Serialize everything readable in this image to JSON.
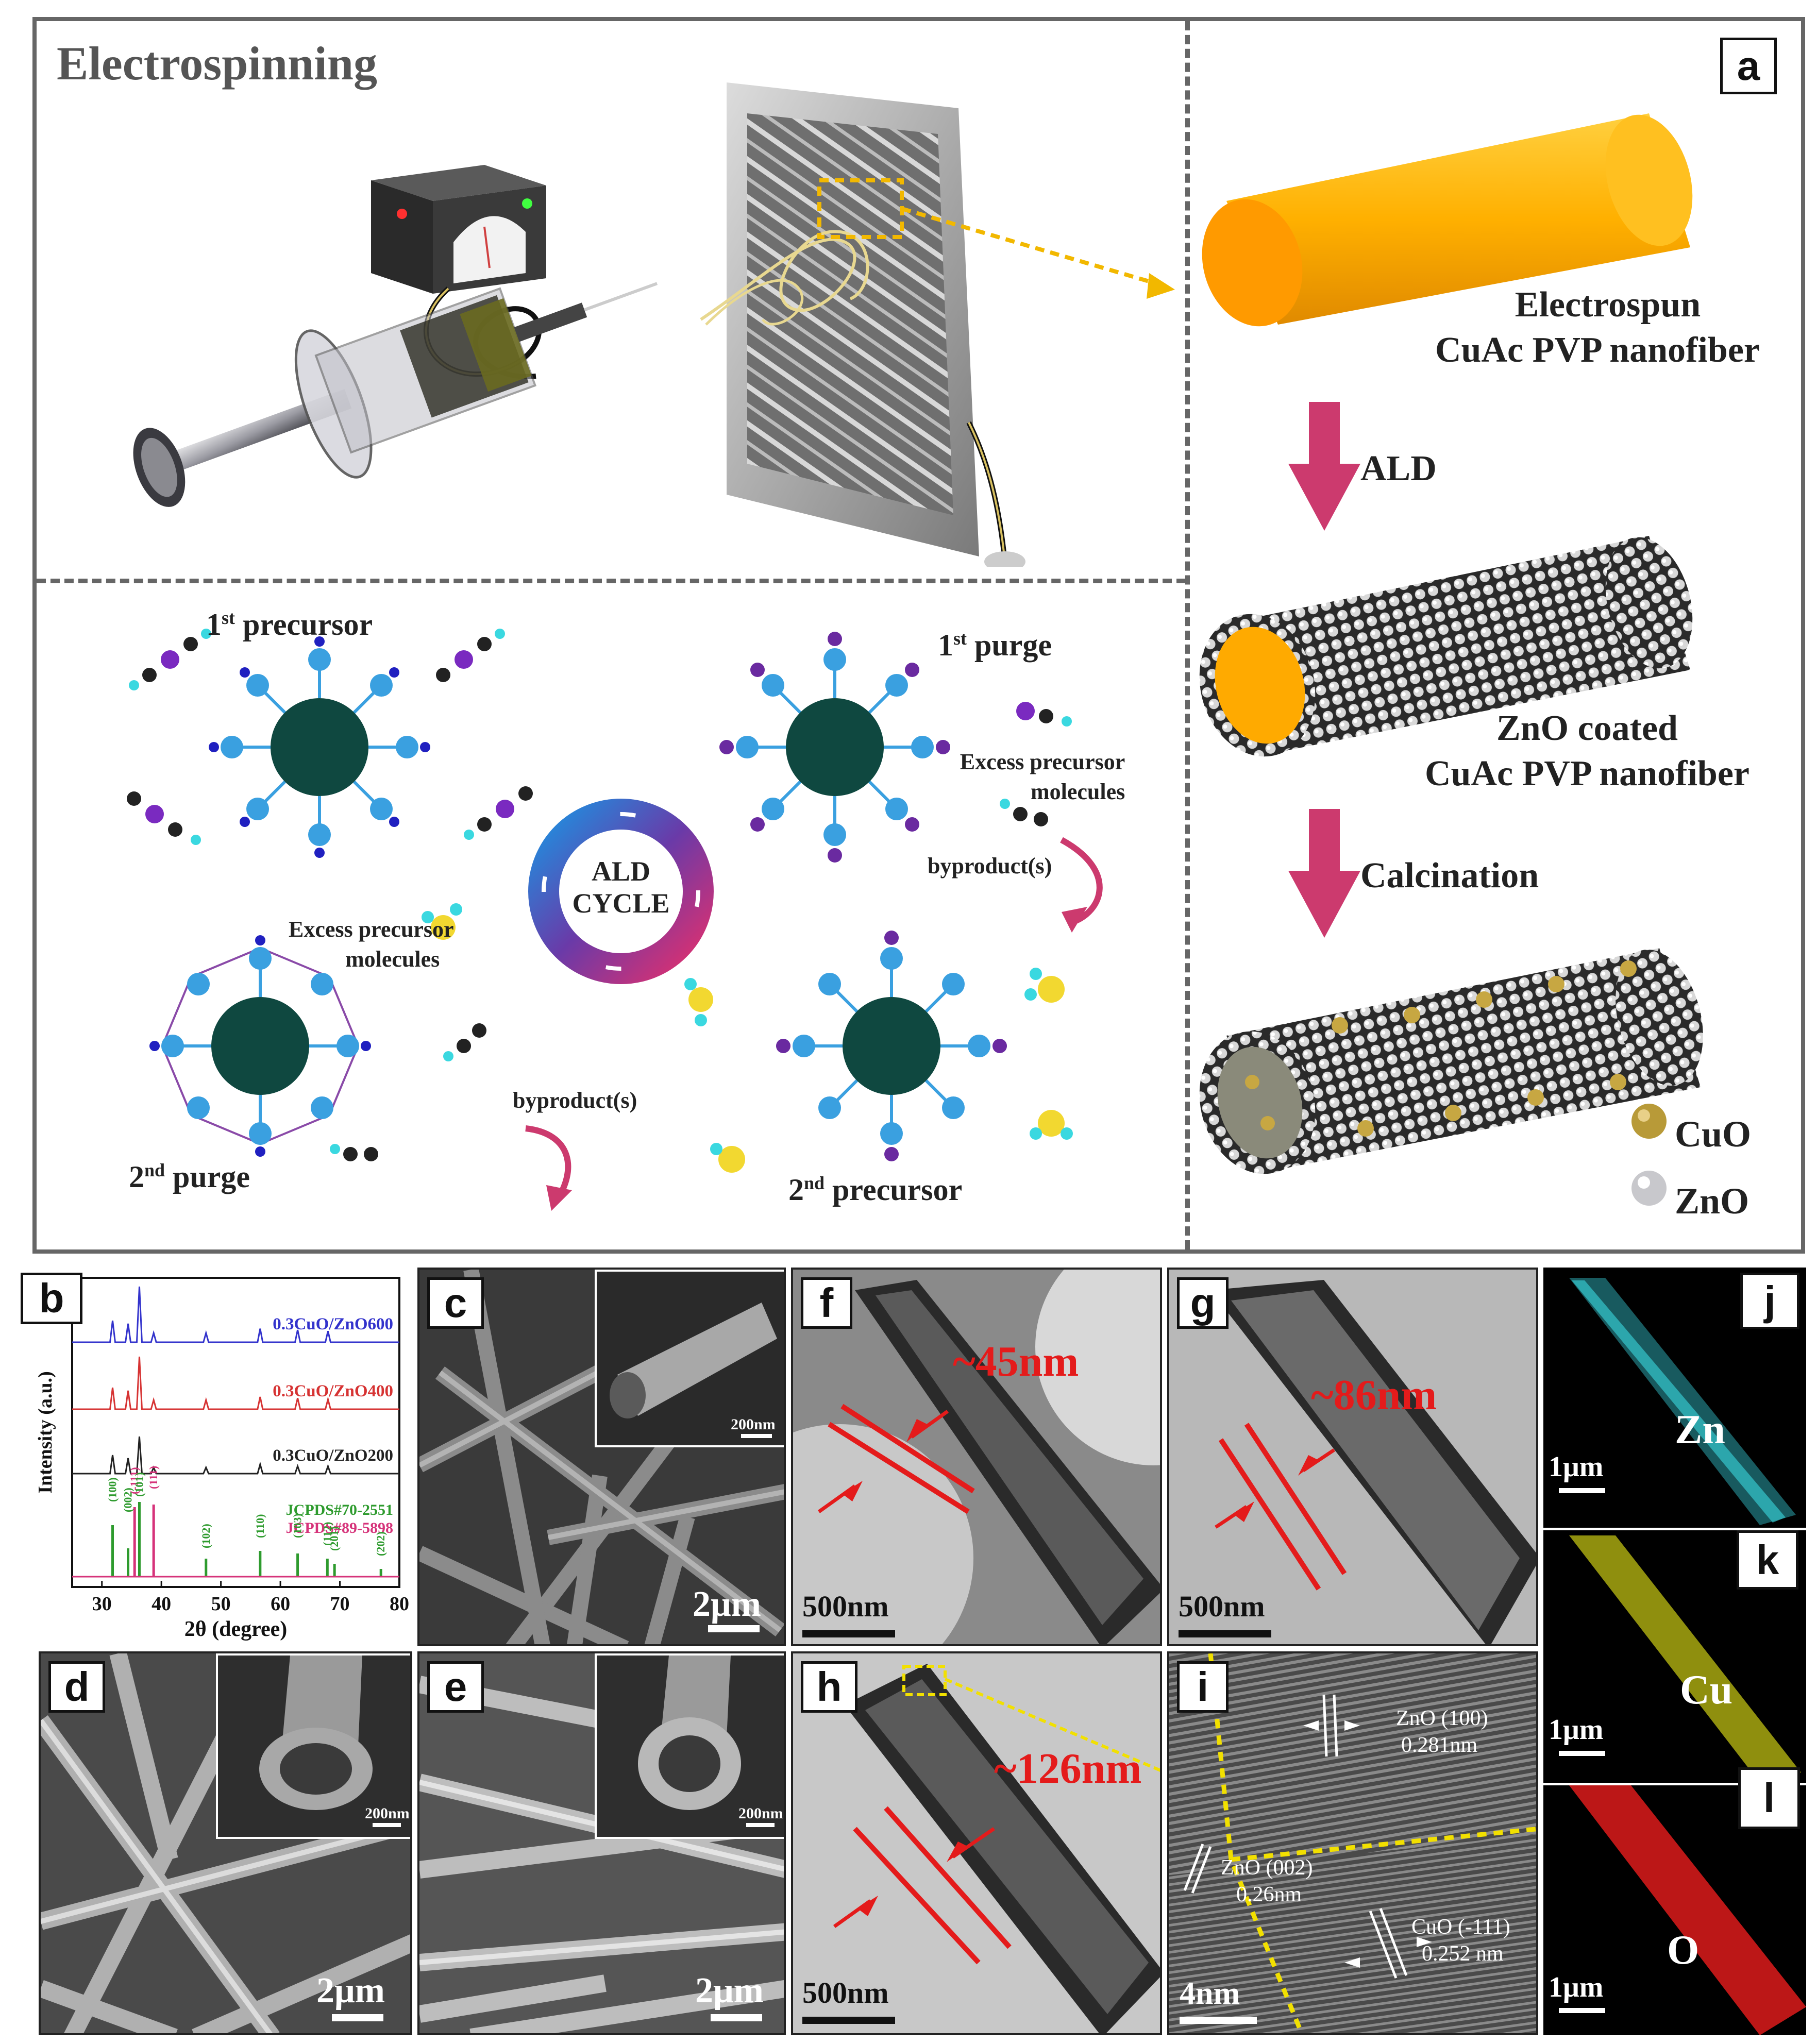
{
  "schematic": {
    "electrospinning_title": "Electrospinning",
    "panel_a_label": "a",
    "step1": "Electrospun",
    "step1b": "CuAc PVP nanofiber",
    "ald": "ALD",
    "step2": "ZnO coated",
    "step2b": "CuAc PVP nanofiber",
    "calcination": "Calcination",
    "legend_cuo": "CuO",
    "legend_zno": "ZnO",
    "first_precursor_num": "1",
    "first_precursor_sup": "st",
    "first_precursor_text": " precursor",
    "first_purge_num": "1",
    "first_purge_sup": "st",
    "first_purge_text": " purge",
    "second_precursor_num": "2",
    "second_precursor_sup": "nd",
    "second_precursor_text": " precursor",
    "second_purge_num": "2",
    "second_purge_sup": "nd",
    "second_purge_text": " purge",
    "excess1a": "Excess precursor",
    "excess1b": "molecules",
    "excess2a": "Excess precursor",
    "excess2b": "molecules",
    "byproduct1": "byproduct(s)",
    "byproduct2": "byproduct(s)",
    "ald_cycle_1": "ALD",
    "ald_cycle_2": "CYCLE"
  },
  "panel_b": {
    "label": "b",
    "ylabel": "Intensity (a.u.)",
    "xlabel": "2θ (degree)",
    "xticks": [
      "30",
      "40",
      "50",
      "60",
      "70",
      "80"
    ],
    "series_labels": [
      "0.3CuO/ZnO600",
      "0.3CuO/ZnO400",
      "0.3CuO/ZnO200"
    ],
    "ref1": "JCPDS#70-2551",
    "ref2": "JCPDS#89-5898",
    "peak_labels": [
      "(100)",
      "(002)",
      "(-111)",
      "(101)",
      "(111)",
      "(102)",
      "(110)",
      "(103)",
      "(112)",
      "(201)",
      "(202)"
    ]
  },
  "chart_data": {
    "type": "line",
    "xlabel": "2θ (degree)",
    "ylabel": "Intensity (a.u.)",
    "xlim": [
      25,
      80
    ],
    "legend_position": "top-right",
    "grid": false,
    "series": [
      {
        "name": "0.3CuO/ZnO600",
        "color": "#3333cc",
        "peaks": [
          [
            31.8,
            0.35
          ],
          [
            34.4,
            0.3
          ],
          [
            36.3,
            0.9
          ],
          [
            38.7,
            0.15
          ],
          [
            47.5,
            0.15
          ],
          [
            56.6,
            0.22
          ],
          [
            62.9,
            0.2
          ],
          [
            68.0,
            0.18
          ]
        ]
      },
      {
        "name": "0.3CuO/ZnO400",
        "color": "#d63333",
        "peaks": [
          [
            31.8,
            0.35
          ],
          [
            34.4,
            0.3
          ],
          [
            36.3,
            0.85
          ],
          [
            38.7,
            0.15
          ],
          [
            47.5,
            0.15
          ],
          [
            56.6,
            0.2
          ],
          [
            62.9,
            0.18
          ],
          [
            68.0,
            0.16
          ]
        ]
      },
      {
        "name": "0.3CuO/ZnO200",
        "color": "#222222",
        "peaks": [
          [
            31.8,
            0.3
          ],
          [
            34.4,
            0.25
          ],
          [
            36.3,
            0.6
          ],
          [
            38.7,
            0.1
          ],
          [
            47.5,
            0.1
          ],
          [
            56.6,
            0.15
          ],
          [
            62.9,
            0.12
          ],
          [
            68.0,
            0.12
          ]
        ]
      }
    ],
    "references": [
      {
        "name": "JCPDS#70-2551",
        "color": "#2e9b2e",
        "lines": [
          [
            31.8,
            1.0
          ],
          [
            34.4,
            0.55
          ],
          [
            36.3,
            1.45
          ],
          [
            47.5,
            0.35
          ],
          [
            56.6,
            0.5
          ],
          [
            62.9,
            0.45
          ],
          [
            67.9,
            0.35
          ],
          [
            69.1,
            0.25
          ],
          [
            76.9,
            0.15
          ]
        ]
      },
      {
        "name": "JCPDS#89-5898",
        "color": "#d6337a",
        "lines": [
          [
            35.5,
            1.35
          ],
          [
            38.7,
            1.4
          ]
        ]
      }
    ]
  },
  "micrographs": {
    "c_label": "c",
    "c_scale": "2μm",
    "c_inset_scale": "200nm",
    "d_label": "d",
    "d_scale": "2μm",
    "d_inset_scale": "200nm",
    "e_label": "e",
    "e_scale": "2μm",
    "e_inset_scale": "200nm",
    "f_label": "f",
    "f_scale": "500nm",
    "f_thickness": "~45nm",
    "g_label": "g",
    "g_scale": "500nm",
    "g_thickness": "~86nm",
    "h_label": "h",
    "h_scale": "500nm",
    "h_thickness": "~126nm",
    "i_label": "i",
    "i_scale": "4nm",
    "i_zno100_a": "ZnO (100)",
    "i_zno100_b": "0.281nm",
    "i_zno002_a": "ZnO (002)",
    "i_zno002_b": "0.26nm",
    "i_cuo_a": "CuO (-111)",
    "i_cuo_b": "0.252 nm"
  },
  "eds": {
    "j_label": "j",
    "j_element": "Zn",
    "j_scale": "1μm",
    "k_label": "k",
    "k_element": "Cu",
    "k_scale": "1μm",
    "l_label": "l",
    "l_element": "O",
    "l_scale": "1μm"
  }
}
